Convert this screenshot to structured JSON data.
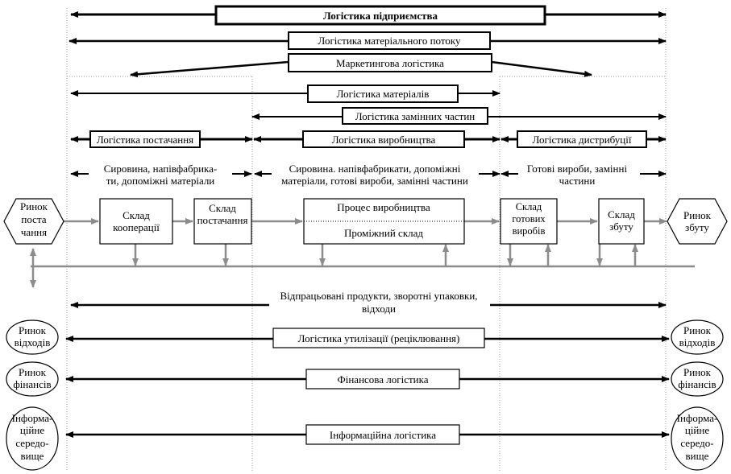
{
  "title": "Логістика підприємства",
  "bands": {
    "material_flow": "Логістика матеріального потоку",
    "marketing": "Маркетингова логістика",
    "materials": "Логістика матеріалів",
    "spare_parts": "Логістика замінних частин",
    "supply": "Логістика постачання",
    "production": "Логістика виробництва",
    "distribution": "Логістика дистрибуції"
  },
  "flow_notes": {
    "supply_l1": "Сировина, напівфабрика-",
    "supply_l2": "ти, допоміжні матеріали",
    "production_l1": "Сировина. напівфабрикати, допоміжні",
    "production_l2": "матеріали, готові вироби, замінні частини",
    "distribution_l1": "Готові вироби, замінні",
    "distribution_l2": "частини"
  },
  "nodes": {
    "supply_market_l1": "Ринок",
    "supply_market_l2": "поста",
    "supply_market_l3": "чання",
    "coop_l1": "Склад",
    "coop_l2": "кооперації",
    "supply_wh_l1": "Склад",
    "supply_wh_l2": "постачання",
    "process": "Процес виробництва",
    "interim": "Проміжний склад",
    "fg_l1": "Склад",
    "fg_l2": "готових",
    "fg_l3": "виробів",
    "sales_l1": "Склад",
    "sales_l2": "збуту",
    "sales_market_l1": "Ринок",
    "sales_market_l2": "збуту"
  },
  "waste_note_l1": "Відпрацьовані продукти, зворотні упаковки,",
  "waste_note_l2": "відходи",
  "lower_bands": {
    "recycling": "Логістика утилізації (реціклювання)",
    "finance": "Фінансова логістика",
    "information": "Інформаційна логістика"
  },
  "markets": {
    "waste_l1": "Ринок",
    "waste_l2": "відходів",
    "finance_l1": "Ринок",
    "finance_l2": "фінансів",
    "info_l1": "Інформа-",
    "info_l2": "ційне",
    "info_l3": "середо-",
    "info_l4": "вище"
  },
  "colors": {
    "line": "#000000",
    "flow_arrow": "#8c8c8c",
    "dotted": "#999999"
  }
}
